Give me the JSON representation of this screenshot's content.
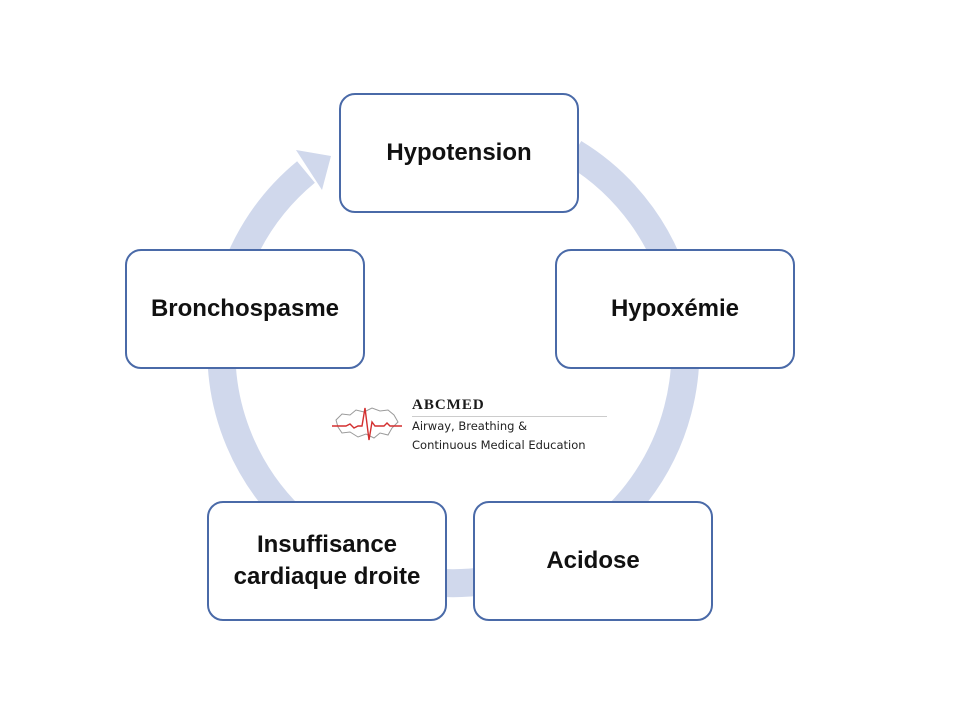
{
  "diagram": {
    "nodes": [
      {
        "id": "hypotension",
        "label": "Hypotension"
      },
      {
        "id": "hypoxemie",
        "label": "Hypoxémie"
      },
      {
        "id": "acidose",
        "label": "Acidose"
      },
      {
        "id": "insuffisance",
        "label": "Insuffisance\ncardiaque droite"
      },
      {
        "id": "bronchospasme",
        "label": "Bronchospasme"
      }
    ],
    "cycle_arrow_color": "#d0d8ec",
    "node_border_color": "#4a6aa8"
  },
  "logo": {
    "title": "ABCMED",
    "line1": "Airway, Breathing &",
    "line2": "Continuous Medical Education",
    "accent_color": "#d32f2f"
  }
}
